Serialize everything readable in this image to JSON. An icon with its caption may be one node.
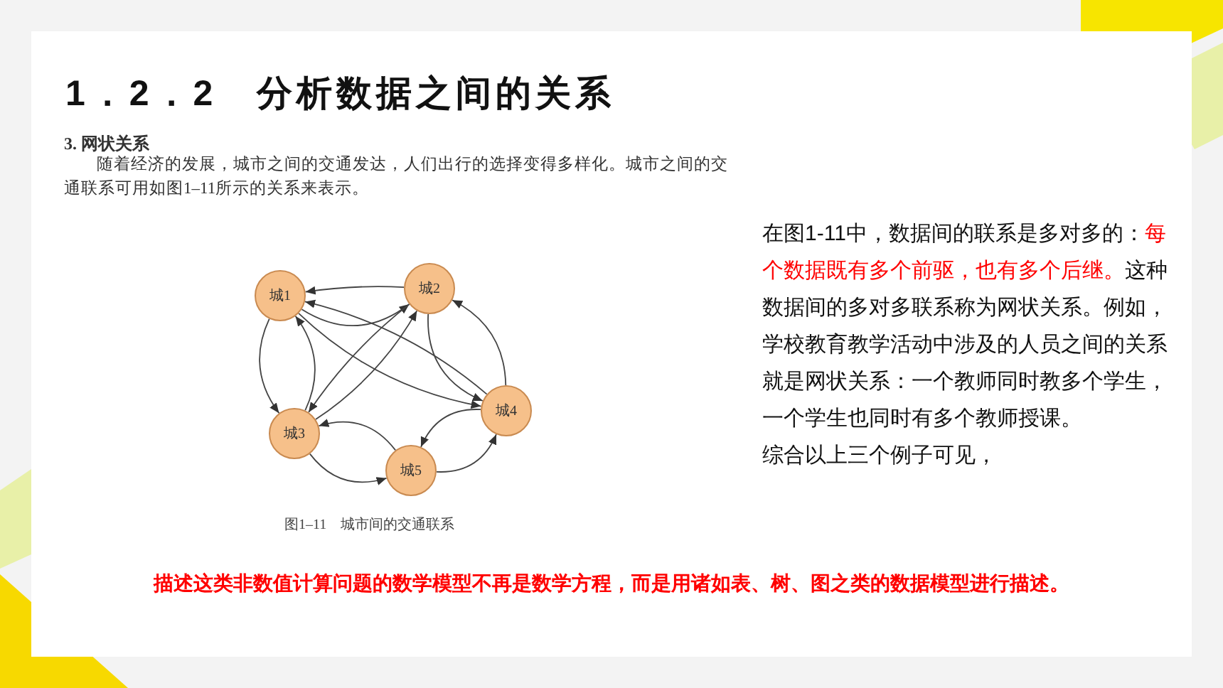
{
  "diagram": {
    "title": "1．2．2　分析数据之间的关系",
    "caption": "图1–11　城市间的交通联系",
    "nodes": [
      {
        "text": [
          "城1"
        ]
      },
      {
        "text": [
          "城2"
        ]
      },
      {
        "text": [
          "城3"
        ]
      },
      {
        "text": [
          "城4"
        ]
      },
      {
        "text": [
          "城5"
        ]
      }
    ],
    "edges": [
      {
        "from": 0,
        "to": 1,
        "arrow": "to"
      },
      {
        "from": 1,
        "to": 0,
        "arrow": "to"
      },
      {
        "from": 1,
        "to": 3,
        "arrow": "to"
      },
      {
        "from": 3,
        "to": 1,
        "arrow": "to"
      },
      {
        "from": 0,
        "to": 2,
        "arrow": "to"
      },
      {
        "from": 2,
        "to": 0,
        "arrow": "to"
      },
      {
        "from": 1,
        "to": 2,
        "arrow": "to"
      },
      {
        "from": 2,
        "to": 1,
        "arrow": "to"
      },
      {
        "from": 3,
        "to": 0,
        "arrow": "to"
      },
      {
        "from": 0,
        "to": 3,
        "arrow": "to"
      },
      {
        "from": 4,
        "to": 2,
        "arrow": "to"
      },
      {
        "from": 2,
        "to": 4,
        "arrow": "to"
      },
      {
        "from": 4,
        "to": 3,
        "arrow": "to"
      },
      {
        "from": 3,
        "to": 4,
        "arrow": "to"
      }
    ],
    "labels": [
      "3.  网状关系",
      "随着经济的发展，城市之间的交通发达，人们出行的选择变得多样化。城市之间的交通联系可用如图1–11所示的关系来表示。",
      "在图1-11中，数据间的联系是多对多的：",
      "每个数据既有多个前驱，也有多个后继。",
      "这种数据间的多对多联系称为网状关系。例如，学校教育教学活动中涉及的人员之间的关系就是网状关系：一个教师同时教多个学生，一个学生也同时有多个教师授课。",
      "综合以上三个例子可见，",
      "描述这类非数值计算问题的数学模型不再是数学方程，而是用诸如表、树、图之类的数据模型进行描述。"
    ]
  }
}
